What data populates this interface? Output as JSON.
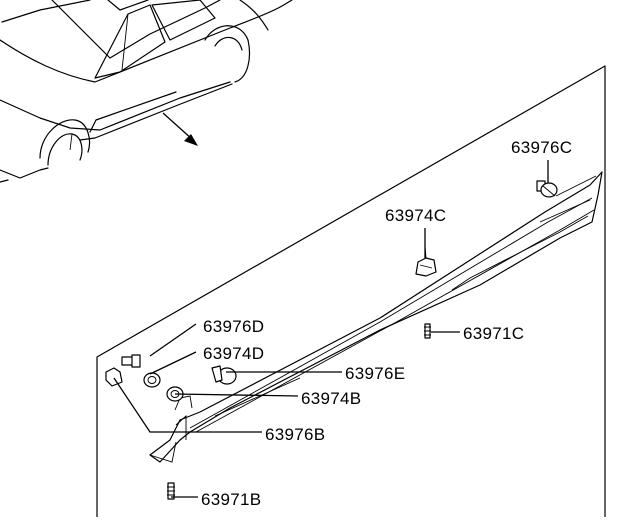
{
  "parts": {
    "p63976C": "63976C",
    "p63974C": "63974C",
    "p63976D": "63976D",
    "p63974D": "63974D",
    "p63971C": "63971C",
    "p63976E": "63976E",
    "p63974B": "63974B",
    "p63976B": "63976B",
    "p63971B": "63971B"
  }
}
